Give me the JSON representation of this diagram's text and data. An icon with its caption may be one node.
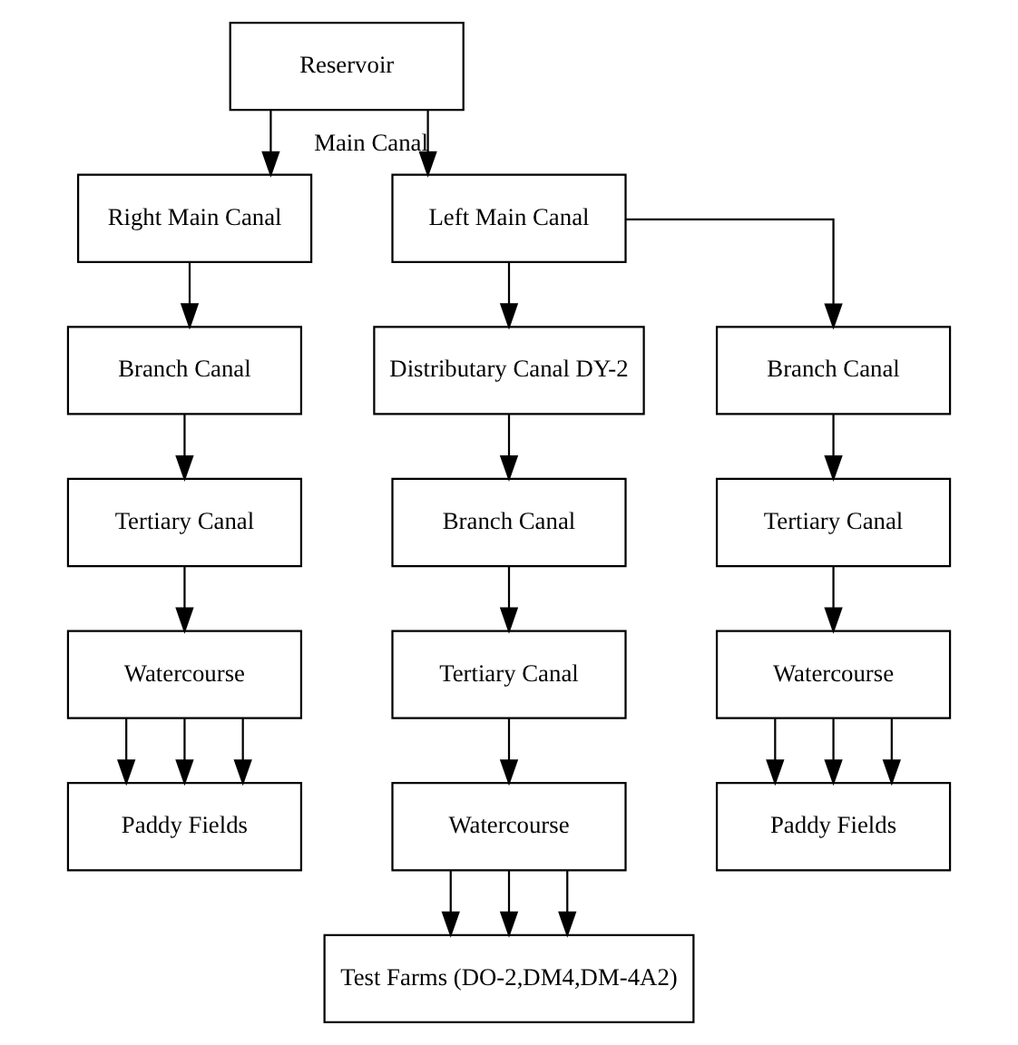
{
  "diagram": {
    "nodes": [
      {
        "text": [
          "Reservoir"
        ]
      },
      {
        "text": [
          "Right Main Canal"
        ]
      },
      {
        "text": [
          "Left Main Canal"
        ]
      },
      {
        "text": [
          "Distributary Canal DY-2"
        ]
      },
      {
        "text": [
          "Branch Canal"
        ]
      },
      {
        "text": [
          "Branch Canal"
        ]
      },
      {
        "text": [
          "Branch Canal"
        ]
      },
      {
        "text": [
          "Tertiary Canal"
        ]
      },
      {
        "text": [
          "Tertiary Canal"
        ]
      },
      {
        "text": [
          "Tertiary Canal"
        ]
      },
      {
        "text": [
          "Watercourse"
        ]
      },
      {
        "text": [
          "Watercourse"
        ]
      },
      {
        "text": [
          "Watercourse"
        ]
      },
      {
        "text": [
          "Paddy Fields"
        ]
      },
      {
        "text": [
          "Test Farms (DO-2,DM4,DM-4A2)"
        ]
      },
      {
        "text": [
          "Paddy Fields"
        ]
      }
    ],
    "edges": [
      {
        "from": 0,
        "to": 1,
        "arrow": "to"
      },
      {
        "from": 0,
        "to": 2,
        "arrow": "to",
        "label": "Main Canal"
      },
      {
        "from": 1,
        "to": 4,
        "arrow": "to"
      },
      {
        "from": 2,
        "to": 3,
        "arrow": "to"
      },
      {
        "from": 2,
        "to": 6,
        "arrow": "to"
      },
      {
        "from": 3,
        "to": 5,
        "arrow": "to"
      },
      {
        "from": 4,
        "to": 7,
        "arrow": "to"
      },
      {
        "from": 5,
        "to": 8,
        "arrow": "to"
      },
      {
        "from": 6,
        "to": 9,
        "arrow": "to"
      },
      {
        "from": 7,
        "to": 10,
        "arrow": "to"
      },
      {
        "from": 8,
        "to": 11,
        "arrow": "to"
      },
      {
        "from": 9,
        "to": 12,
        "arrow": "to"
      },
      {
        "from": 10,
        "to": 13,
        "arrow": "to"
      },
      {
        "from": 10,
        "to": 13,
        "arrow": "to"
      },
      {
        "from": 10,
        "to": 13,
        "arrow": "to"
      },
      {
        "from": 11,
        "to": 14,
        "arrow": "to"
      },
      {
        "from": 11,
        "to": 14,
        "arrow": "to"
      },
      {
        "from": 11,
        "to": 14,
        "arrow": "to"
      },
      {
        "from": 12,
        "to": 15,
        "arrow": "to"
      },
      {
        "from": 12,
        "to": 15,
        "arrow": "to"
      },
      {
        "from": 12,
        "to": 15,
        "arrow": "to"
      }
    ]
  }
}
